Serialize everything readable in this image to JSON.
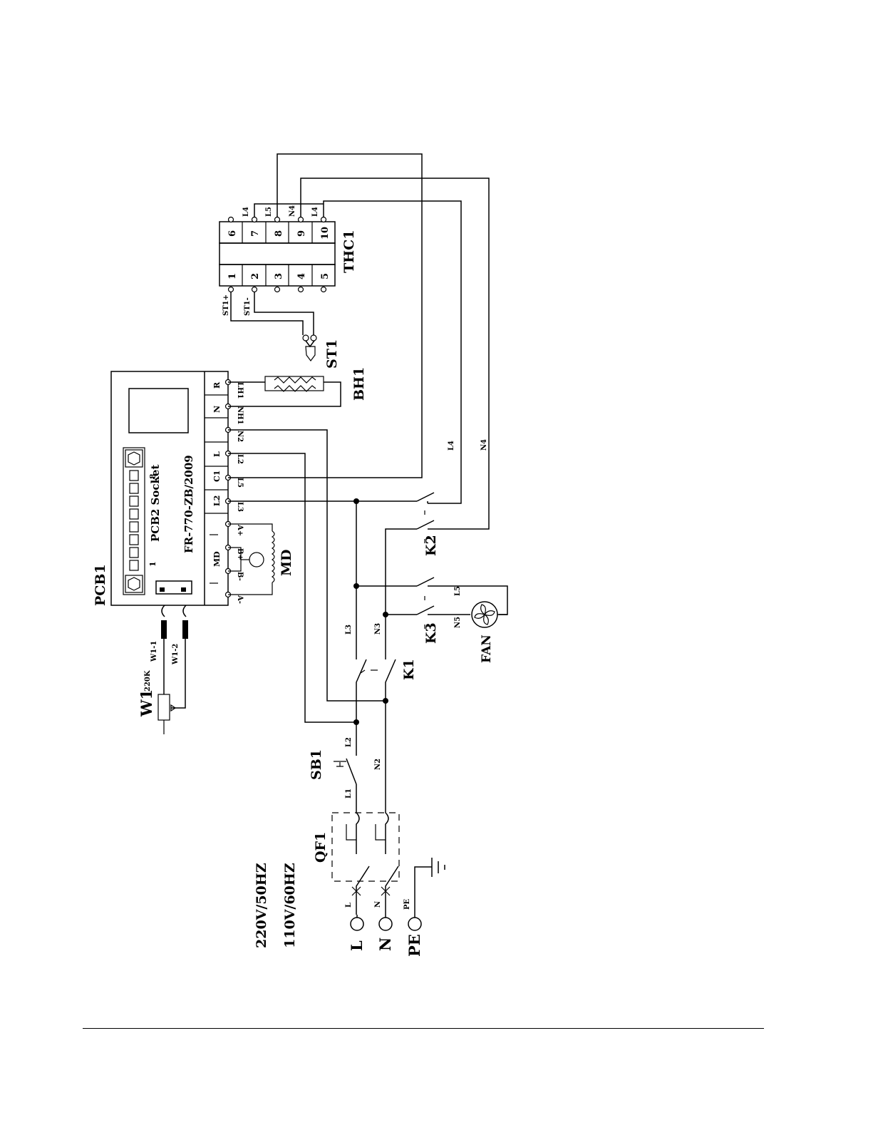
{
  "supply": {
    "voltage_1": "220V/50HZ",
    "voltage_2": "110V/60HZ",
    "terminals": [
      "L",
      "N",
      "PE"
    ],
    "wire_labels": [
      "L",
      "N",
      "PE"
    ]
  },
  "components": {
    "pcb1": "PCB1",
    "pcb2_socket": "PCB2 Socket",
    "socket_pin_first": "1",
    "socket_pin_last": "8",
    "board_model": "FR-770-ZB/2009",
    "board_terminals": [
      "R",
      "N",
      "L",
      "C1",
      "L2",
      "MD"
    ],
    "board_wire_labels": [
      "LH1",
      "NH1",
      "N2",
      "L2",
      "L5",
      "L3",
      "A+",
      "B+",
      "B-",
      "A-"
    ],
    "heater": "BH1",
    "motor": "MD",
    "thermostat": "THC1",
    "thc_pins": [
      "1",
      "2",
      "3",
      "4",
      "5",
      "6",
      "7",
      "8",
      "9",
      "10"
    ],
    "thc_top_labels": [
      "L4",
      "L5",
      "N4",
      "L4"
    ],
    "sensor": "ST1",
    "sensor_labels": [
      "ST1+",
      "ST1-"
    ],
    "potentiometer": "W1",
    "pot_value": "220K",
    "pot_leads": [
      "W1-1",
      "W1-2"
    ],
    "breaker": "QF1",
    "button": "SB1",
    "contactors": [
      "K1",
      "K2",
      "K3"
    ],
    "fan": "FAN",
    "wire_labels": {
      "l1": "L1",
      "l2": "L2",
      "n2": "N2",
      "l3": "L3",
      "n3": "N3",
      "l4": "L4",
      "n4": "N4",
      "l5": "L5",
      "n5": "N5"
    }
  }
}
